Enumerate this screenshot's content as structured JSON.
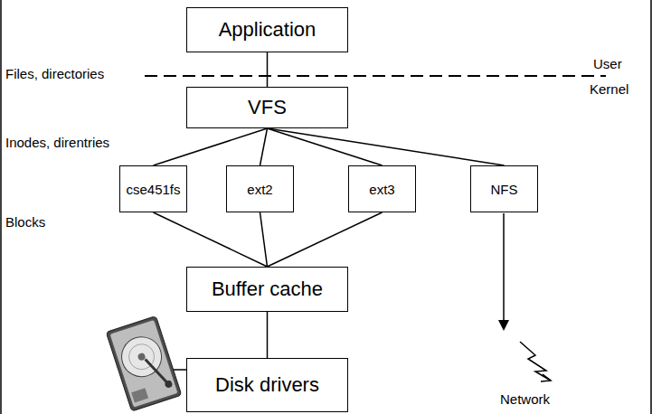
{
  "diagram": {
    "nodes": [
      {
        "text": [
          "Application"
        ]
      },
      {
        "text": [
          "VFS"
        ]
      },
      {
        "text": [
          "cse451fs"
        ]
      },
      {
        "text": [
          "ext2"
        ]
      },
      {
        "text": [
          "ext3"
        ]
      },
      {
        "text": [
          "NFS"
        ]
      },
      {
        "text": [
          "Buffer cache"
        ]
      },
      {
        "text": [
          "Disk drivers"
        ]
      }
    ],
    "edges": [
      {
        "from": 0,
        "to": 1,
        "arrow": "none"
      },
      {
        "from": 1,
        "to": 2,
        "arrow": "none"
      },
      {
        "from": 1,
        "to": 3,
        "arrow": "none"
      },
      {
        "from": 1,
        "to": 4,
        "arrow": "none"
      },
      {
        "from": 1,
        "to": 5,
        "arrow": "none"
      },
      {
        "from": 2,
        "to": 6,
        "arrow": "none"
      },
      {
        "from": 3,
        "to": 6,
        "arrow": "none"
      },
      {
        "from": 4,
        "to": 6,
        "arrow": "none"
      },
      {
        "from": 6,
        "to": 7,
        "arrow": "none"
      }
    ],
    "labels": [
      "Files, directories",
      "User",
      "Kernel",
      "Inodes, direntries",
      "Blocks",
      "Network"
    ]
  }
}
